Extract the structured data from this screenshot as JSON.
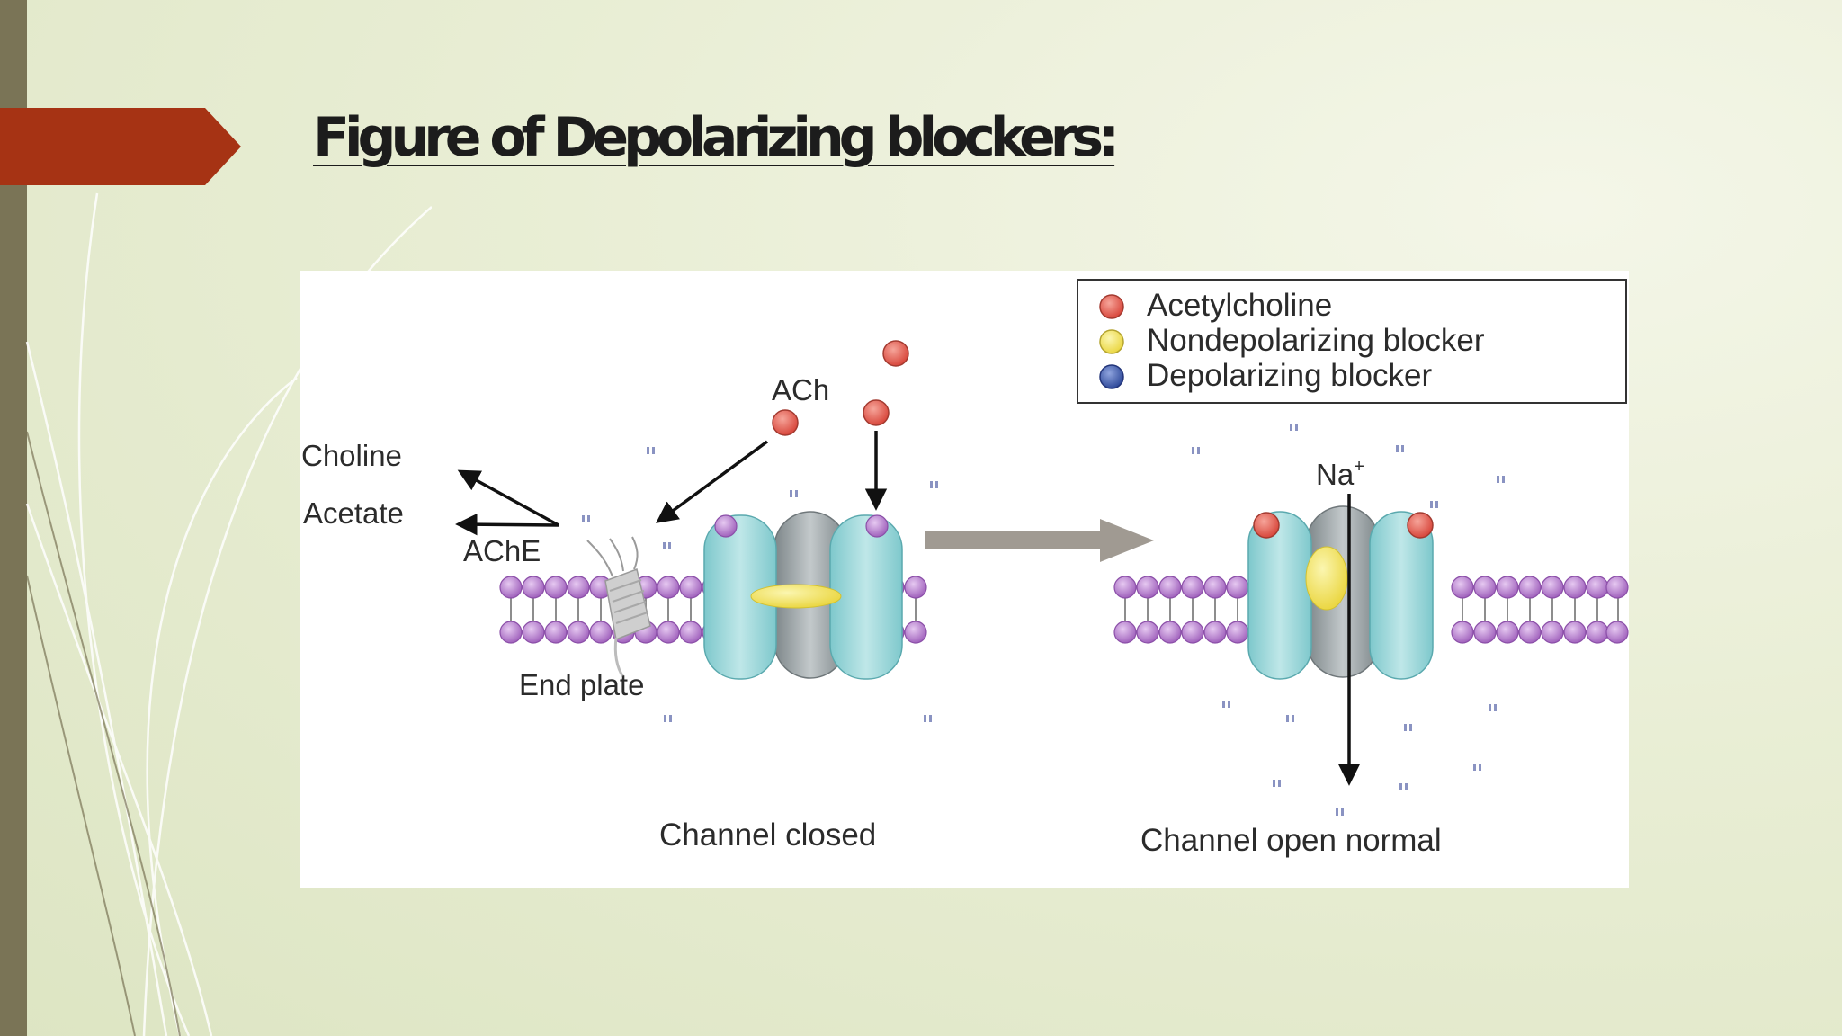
{
  "slide": {
    "title": "Figure of Depolarizing blockers:"
  },
  "colors": {
    "accent_tab": "#a63314",
    "left_bar": "#7a7456",
    "acetylcholine": "#e05a4e",
    "nondepolarizing_blocker": "#f3e45a",
    "depolarizing_blocker": "#3f5aa8",
    "receptor": "#93d3d6",
    "channel_core": "#9aa3a6",
    "lipid_head": "#b173c9"
  },
  "figure": {
    "legend": {
      "acetylcholine": "Acetylcholine",
      "nondepolarizing": "Nondepolarizing blocker",
      "depolarizing": "Depolarizing blocker"
    },
    "labels": {
      "ach": "ACh",
      "choline": "Choline",
      "acetate": "Acetate",
      "ache": "AChE",
      "end_plate": "End plate",
      "na_base": "Na",
      "na_sup": "+",
      "channel_closed": "Channel closed",
      "channel_open": "Channel open normal"
    }
  }
}
